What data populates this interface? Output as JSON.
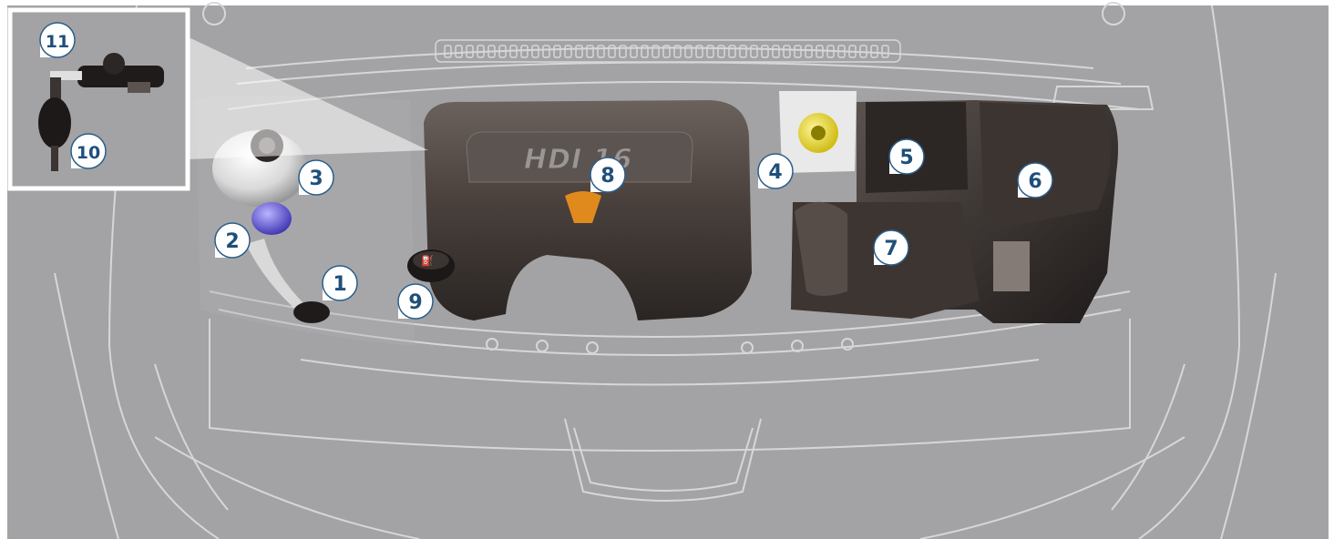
{
  "diagram": {
    "engine_cover_text": "HDI 16",
    "callouts": [
      {
        "id": "callout-1",
        "label": "1"
      },
      {
        "id": "callout-2",
        "label": "2"
      },
      {
        "id": "callout-3",
        "label": "3"
      },
      {
        "id": "callout-4",
        "label": "4"
      },
      {
        "id": "callout-5",
        "label": "5"
      },
      {
        "id": "callout-6",
        "label": "6"
      },
      {
        "id": "callout-7",
        "label": "7"
      },
      {
        "id": "callout-8",
        "label": "8"
      },
      {
        "id": "callout-9",
        "label": "9"
      },
      {
        "id": "callout-10",
        "label": "10"
      },
      {
        "id": "callout-11",
        "label": "11"
      }
    ],
    "colors": {
      "background": "#a3a3a5",
      "line_art": "#d7d7d9",
      "engine_cover": "#4a413d",
      "callout_fill": "#ffffff",
      "callout_text": "#1f4f7a",
      "accent_yellow": "#e8d400",
      "accent_blue": "#5a4fd6",
      "accent_orange": "#e08a1e"
    }
  }
}
